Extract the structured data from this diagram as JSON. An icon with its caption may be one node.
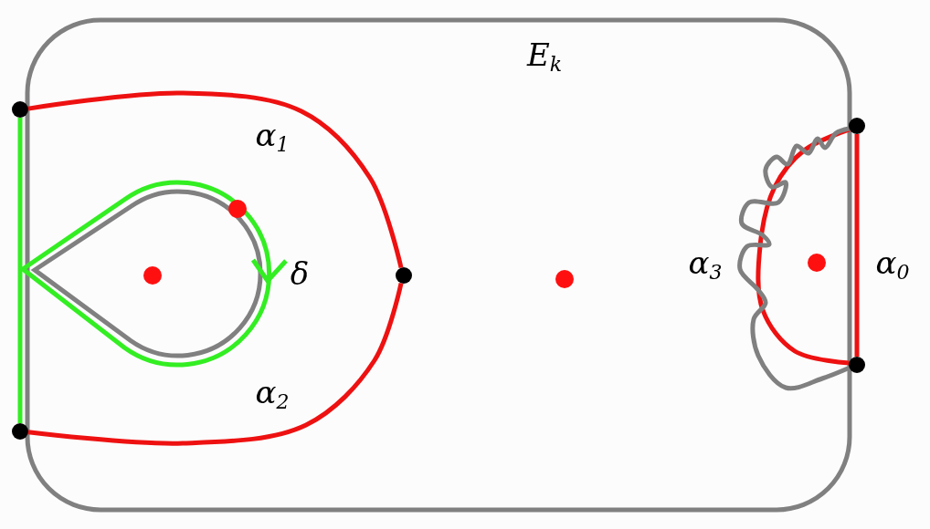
{
  "diagram": {
    "title": "E$_{k}$",
    "nodes": [
      {
        "text": [],
        "shape": "circle"
      },
      {
        "text": [],
        "shape": "circle"
      },
      {
        "text": [],
        "shape": "circle"
      },
      {
        "text": [],
        "shape": "circle"
      },
      {
        "text": [],
        "shape": "circle"
      }
    ],
    "edges": [
      {
        "from": 0,
        "to": 2,
        "arrow": "none",
        "label": "α$_{1}$"
      },
      {
        "from": 4,
        "to": 2,
        "arrow": "none",
        "label": "α$_{2}$"
      },
      {
        "from": 1,
        "to": 3,
        "arrow": "none",
        "label": "α$_{0}$"
      },
      {
        "from": 1,
        "to": 3,
        "arrow": "none",
        "label": "α$_{3}$"
      },
      {
        "from": 0,
        "to": 4,
        "arrow": "none",
        "color": "#33ee22"
      },
      {
        "from": 1,
        "to": 3,
        "arrow": "none",
        "color": "#808080"
      }
    ],
    "labels": [
      "δ"
    ]
  }
}
